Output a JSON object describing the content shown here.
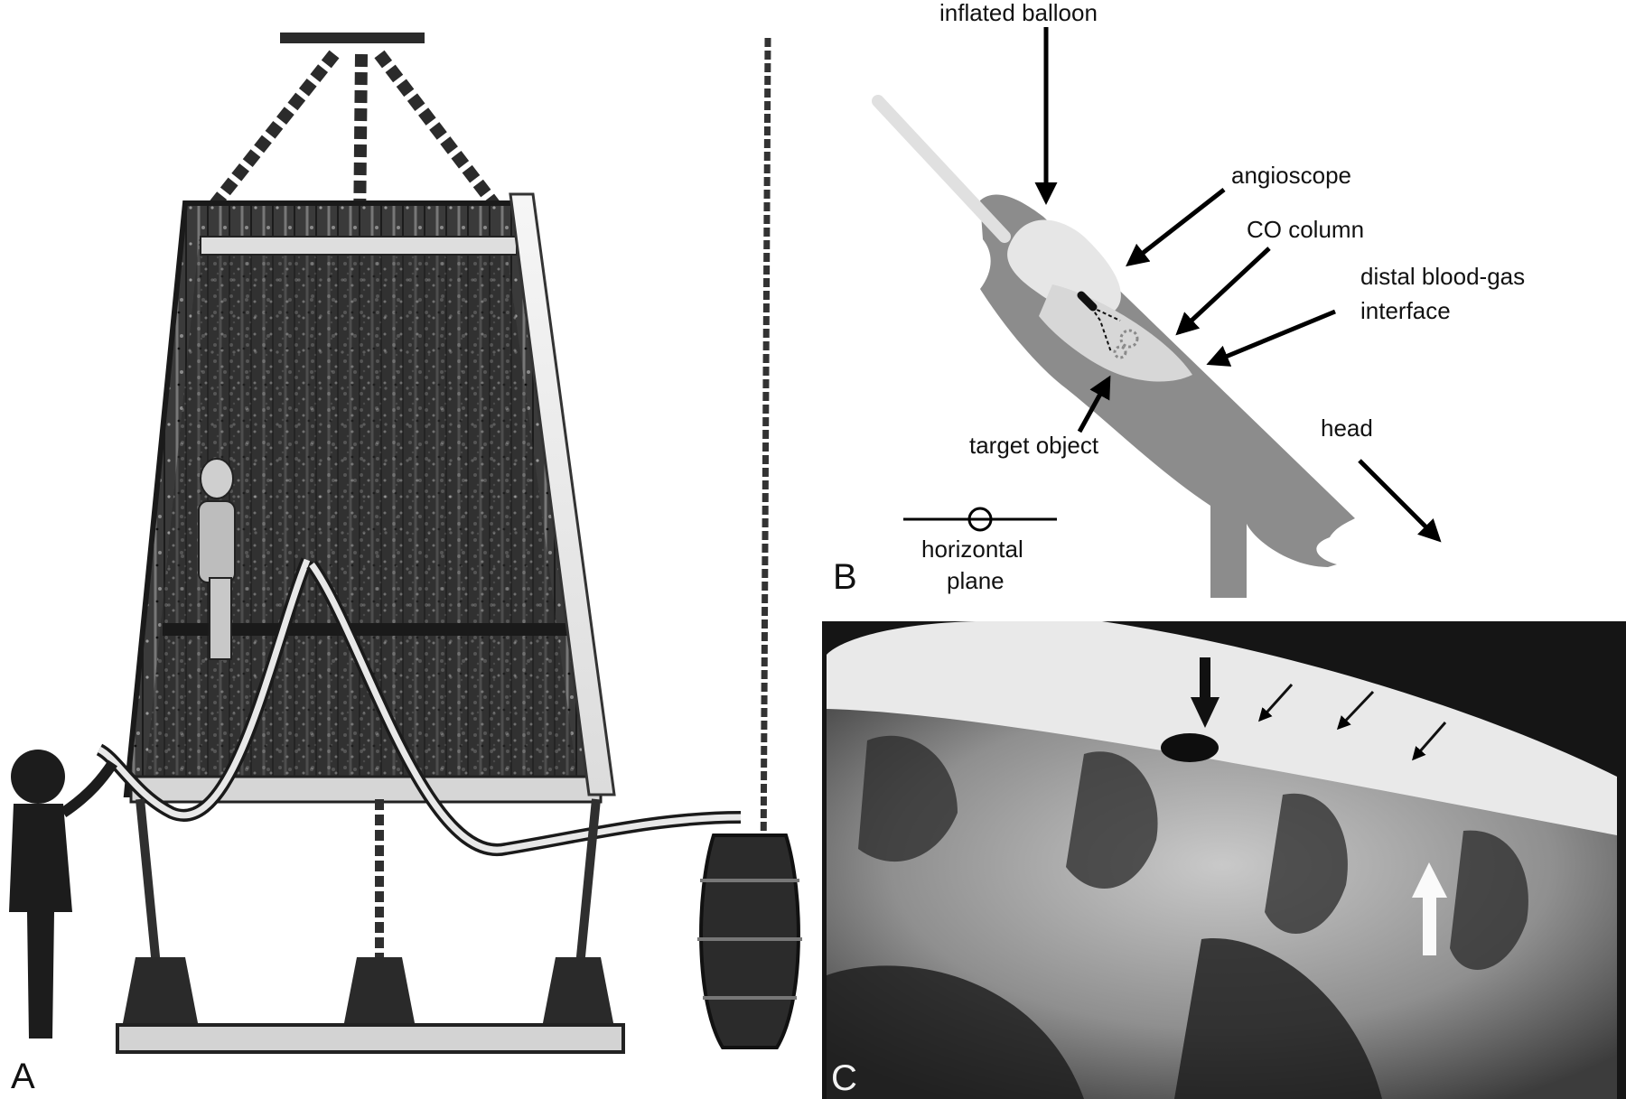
{
  "panels": {
    "a": {
      "letter": "A"
    },
    "b": {
      "letter": "B",
      "labels": {
        "inflated_balloon": "inflated balloon",
        "angioscope": "angioscope",
        "co_column": "CO  column",
        "distal_interface_line1": "distal blood-gas",
        "distal_interface_line2": "interface",
        "target_object": "target object",
        "head": "head",
        "horizontal_line1": "horizontal",
        "horizontal_line2": "plane"
      }
    },
    "c": {
      "letter": "C"
    }
  },
  "colors": {
    "vessel": "#8c8c8c",
    "balloon": "#e6e6e6",
    "column": "#d7d7d7",
    "catheter": "#e0e0e0",
    "xray_bg": "#151515"
  }
}
